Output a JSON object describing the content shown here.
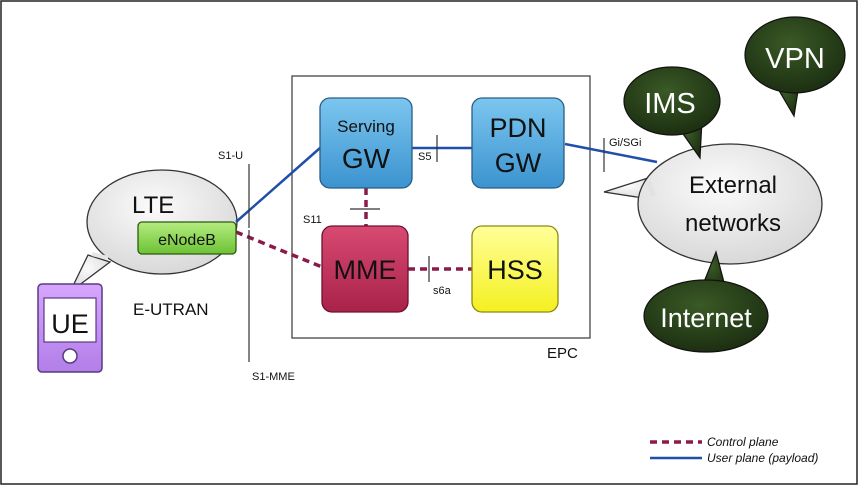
{
  "nodes": {
    "ue": "UE",
    "lte": "LTE",
    "enodeb": "eNodeB",
    "eutran": "E-UTRAN",
    "serving_gw": [
      "Serving",
      "GW"
    ],
    "pdn_gw": [
      "PDN",
      "GW"
    ],
    "mme": "MME",
    "hss": "HSS",
    "epc": "EPC",
    "external": [
      "External",
      "networks"
    ],
    "ims": "IMS",
    "vpn": "VPN",
    "internet": "Internet"
  },
  "interfaces": {
    "s1u": "S1-U",
    "s1mme": "S1-MME",
    "s5": "S5",
    "s11": "S11",
    "s6a": "s6a",
    "sgi": "Gi/SGi"
  },
  "legend": {
    "control": "Control plane",
    "user": "User plane (payload)"
  },
  "colors": {
    "control_plane": "#8b1a4a",
    "user_plane": "#1f4fa8",
    "gw_box": "#4aa6dc",
    "mme_box": "#c2305a",
    "hss_box": "#ffff66",
    "enodeb_box": "#8ed64a",
    "ue_device": "#c48ef0",
    "dark_bubble": "#233a18"
  }
}
